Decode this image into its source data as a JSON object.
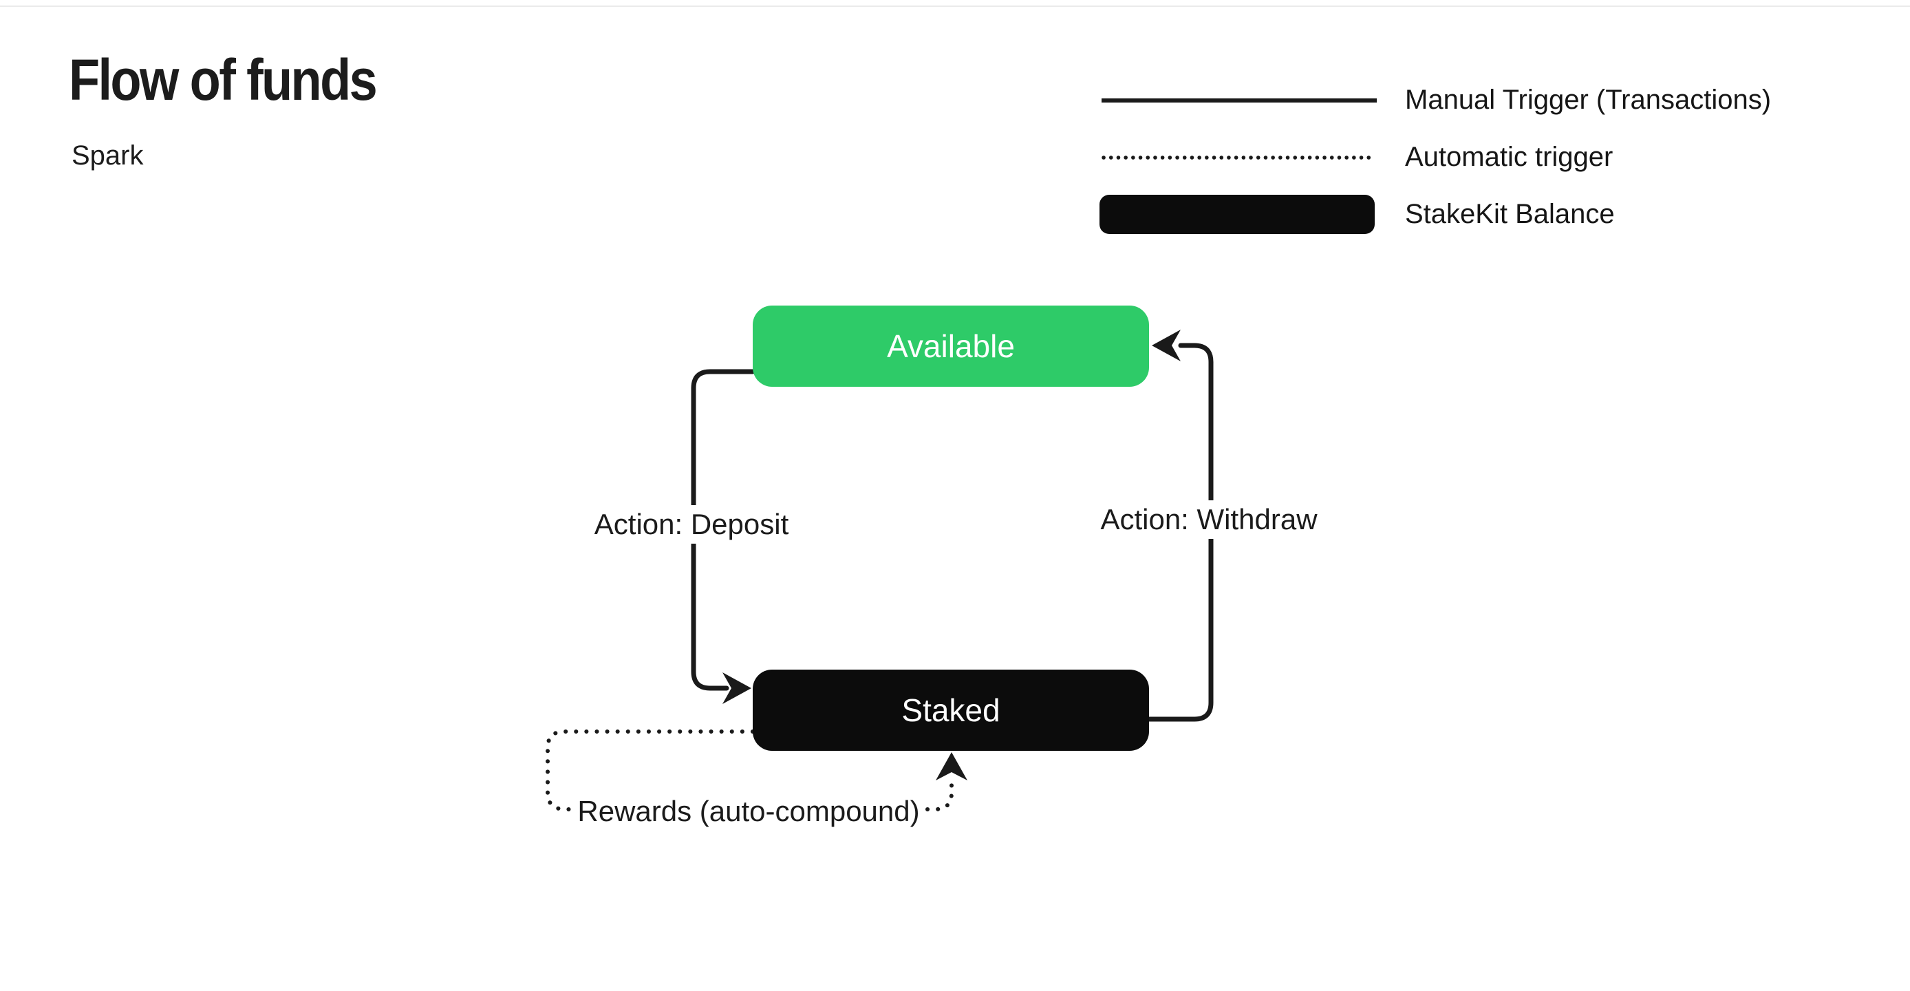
{
  "header": {
    "title": "Flow of funds",
    "subtitle": "Spark"
  },
  "legend": {
    "items": [
      {
        "id": "manual-trigger",
        "swatch": "solid-line",
        "label": "Manual Trigger (Transactions)"
      },
      {
        "id": "automatic-trigger",
        "swatch": "dotted-line",
        "label": "Automatic trigger"
      },
      {
        "id": "stakekit-balance",
        "swatch": "black-rounded-rect",
        "label": "StakeKit Balance"
      }
    ]
  },
  "diagram": {
    "line_color": "#1a1a1a",
    "nodes": {
      "available": {
        "label": "Available",
        "fill": "#2ecb68",
        "text_color": "#ffffff"
      },
      "staked": {
        "label": "Staked",
        "fill": "#0c0c0c",
        "text_color": "#ffffff"
      }
    },
    "edges": {
      "deposit": {
        "label": "Action: Deposit",
        "from": "Available",
        "to": "Staked",
        "trigger": "manual",
        "style": "solid"
      },
      "withdraw": {
        "label": "Action: Withdraw",
        "from": "Staked",
        "to": "Available",
        "trigger": "manual",
        "style": "solid"
      },
      "rewards": {
        "label": "Rewards (auto-compound)",
        "from": "Staked",
        "to": "Staked",
        "trigger": "automatic",
        "style": "dotted"
      }
    }
  }
}
